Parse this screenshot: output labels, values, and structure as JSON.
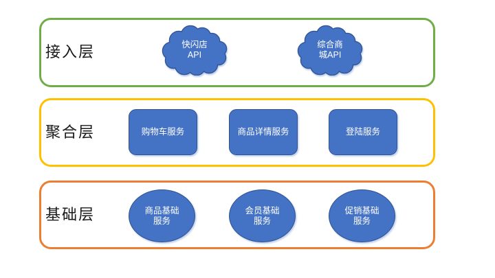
{
  "diagram": {
    "type": "layered-architecture",
    "layers": [
      {
        "id": "access",
        "label": "接入层",
        "border_color": "#70AD47",
        "nodes": [
          {
            "shape": "cloud",
            "lines": [
              "快闪店",
              "API"
            ]
          },
          {
            "shape": "cloud",
            "lines": [
              "综合商",
              "城API"
            ]
          }
        ]
      },
      {
        "id": "aggregation",
        "label": "聚合层",
        "border_color": "#FFC000",
        "nodes": [
          {
            "shape": "rounded-rectangle",
            "lines": [
              "购物车服务"
            ]
          },
          {
            "shape": "rounded-rectangle",
            "lines": [
              "商品详情服务"
            ]
          },
          {
            "shape": "rounded-rectangle",
            "lines": [
              "登陆服务"
            ]
          }
        ]
      },
      {
        "id": "base",
        "label": "基础层",
        "border_color": "#ED7D31",
        "nodes": [
          {
            "shape": "ellipse",
            "lines": [
              "商品基础",
              "服务"
            ]
          },
          {
            "shape": "ellipse",
            "lines": [
              "会员基础",
              "服务"
            ]
          },
          {
            "shape": "ellipse",
            "lines": [
              "促销基础",
              "服务"
            ]
          }
        ]
      }
    ],
    "colors": {
      "node_fill": "#4472C4",
      "node_outline": "#2F528F",
      "node_text": "#FFFFFF",
      "layer_label_text": "#1A1A1A",
      "access_border": "#70AD47",
      "aggregation_border": "#FFC000",
      "base_border": "#ED7D31",
      "background": "#FFFFFF"
    }
  }
}
